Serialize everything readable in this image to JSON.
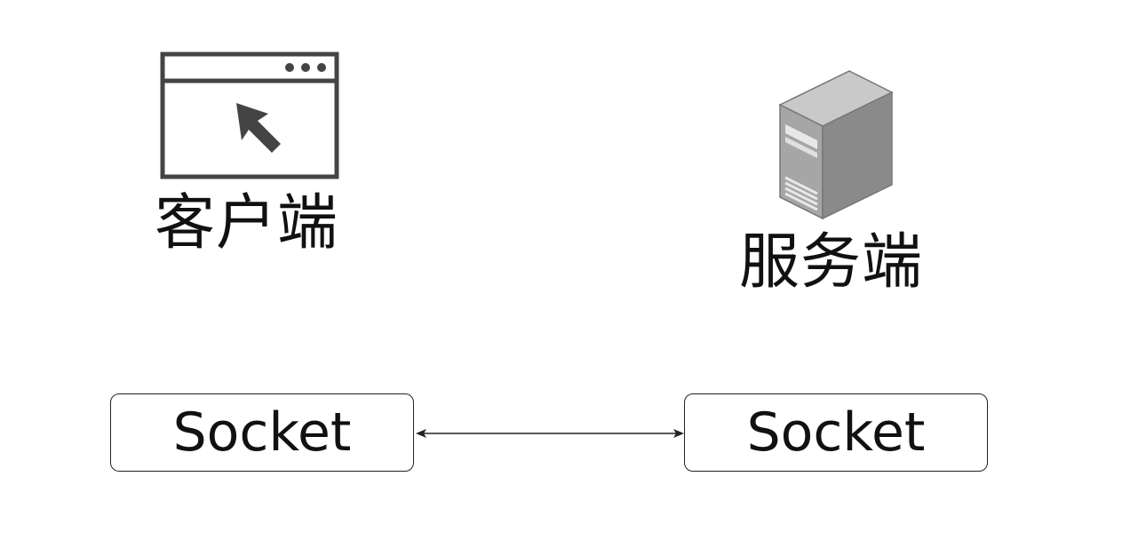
{
  "client": {
    "icon": "browser-window-cursor-icon",
    "label": "客户端",
    "socket_label": "Socket"
  },
  "server": {
    "icon": "server-tower-icon",
    "label": "服务端",
    "socket_label": "Socket"
  },
  "connection": {
    "direction": "bidirectional"
  },
  "colors": {
    "stroke": "#222222",
    "icon_dark": "#444444",
    "server_light": "#c9c9c9",
    "server_mid": "#a6a6a6",
    "server_dark": "#8a8a8a"
  }
}
